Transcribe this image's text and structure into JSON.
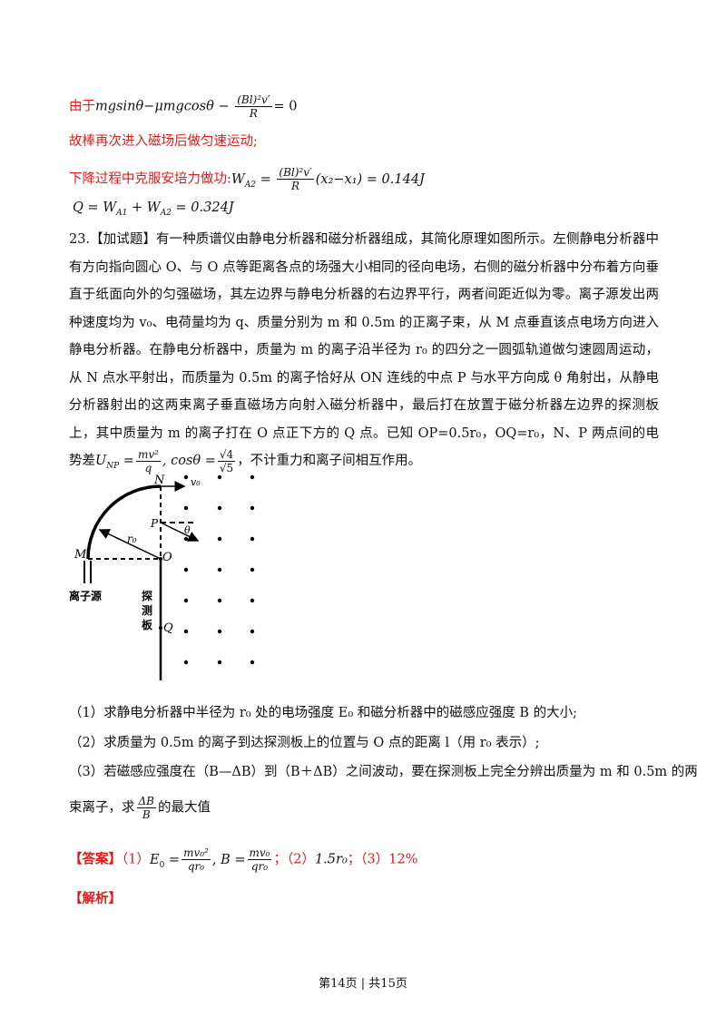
{
  "solution": {
    "eq1_prefix": "由于",
    "eq1_lhs": "mgsinθ−μmgcosθ −",
    "eq1_num": "(Bl)²v′",
    "eq1_den": "R",
    "eq1_rhs": "= 0",
    "line2": "故棒再次进入磁场后做匀速运动;",
    "line3_prefix": "下降过程中克服安培力做功:",
    "line3_lhs": "W",
    "line3_lhs_sub": "A2",
    "line3_eq": "=",
    "line3_num": "(Bl)²v′",
    "line3_den": "R",
    "line3_rhs": "(x₂−x₁) = 0.144J",
    "line4": "Q = W",
    "line4_s1": "A1",
    "line4_mid": " + W",
    "line4_s2": "A2",
    "line4_rhs": " = 0.324J"
  },
  "problem": {
    "text_main": "23.【加试题】有一种质谱仪由静电分析器和磁分析器组成，其简化原理如图所示。左侧静电分析器中有方向指向圆心 O、与 O 点等距离各点的场强大小相同的径向电场，右侧的磁分析器中分布着方向垂直于纸面向外的匀强磁场，其左边界与静电分析器的右边界平行，两者间距近似为零。离子源发出两种速度均为 v₀、电荷量均为 q、质量分别为 m 和 0.5m 的正离子束，从 M 点垂直该点电场方向进入静电分析器。在静电分析器中，质量为 m 的离子沿半径为 r₀ 的四分之一圆弧轨道做匀速圆周运动，从 N 点水平射出，而质量为 0.5m 的离子恰好从 ON 连线的中点 P 与水平方向成 θ 角射出，从静电分析器射出的这两束离子垂直磁场方向射入磁分析器中，最后打在放置于磁分析器左边界的探测板上，其中质量为 m 的离子打在 O 点正下方的 Q 点。已知 OP=0.5r₀，OQ=r₀，N、P 两点间的电势差",
    "u_np": "U",
    "u_np_sub": "NP",
    "u_np_eq": " =",
    "u_num": "mv²",
    "u_den": "q",
    "cos_text": ", cosθ =",
    "cos_num": "√4",
    "cos_den": "√5",
    "text_tail": "，不计重力和离子间相互作用。"
  },
  "figure": {
    "label_N": "N",
    "label_v0": "v₀",
    "label_P": "P",
    "label_theta": "θ",
    "label_r0": "r₀",
    "label_M": "M",
    "label_O": "O",
    "label_Q": "Q",
    "label_source": "离子源",
    "label_detector": [
      "探",
      "测",
      "板"
    ]
  },
  "questions": {
    "q1": "（1）求静电分析器中半径为 r₀ 处的电场强度 E₀ 和磁分析器中的磁感应强度 B 的大小;",
    "q2": "（2）求质量为 0.5m 的离子到达探测板上的位置与 O 点的距离 l（用 r₀ 表示）;",
    "q3": "（3）若磁感应强度在（B—ΔB）到（B＋ΔB）之间波动，要在探测板上完全分辨出质量为 m 和 0.5m 的两",
    "q3b_prefix": "束离子，求",
    "q3b_num": "ΔB",
    "q3b_den": "B",
    "q3b_suffix": "的最大值"
  },
  "answer": {
    "label": "【答案】",
    "p1": "（1）",
    "e0": "E",
    "e0_sub": "0",
    "e0_eq": " =",
    "e0_num": "mv₀²",
    "e0_den": "qr₀",
    "sep1": ",",
    "b_lhs": "B =",
    "b_num": "mv₀",
    "b_den": "qr₀",
    "p2": "；（2）",
    "v2": "1.5r₀",
    "p3": "；（3）12%"
  },
  "analysis_label": "【解析】",
  "footer": "第14页 | 共15页"
}
